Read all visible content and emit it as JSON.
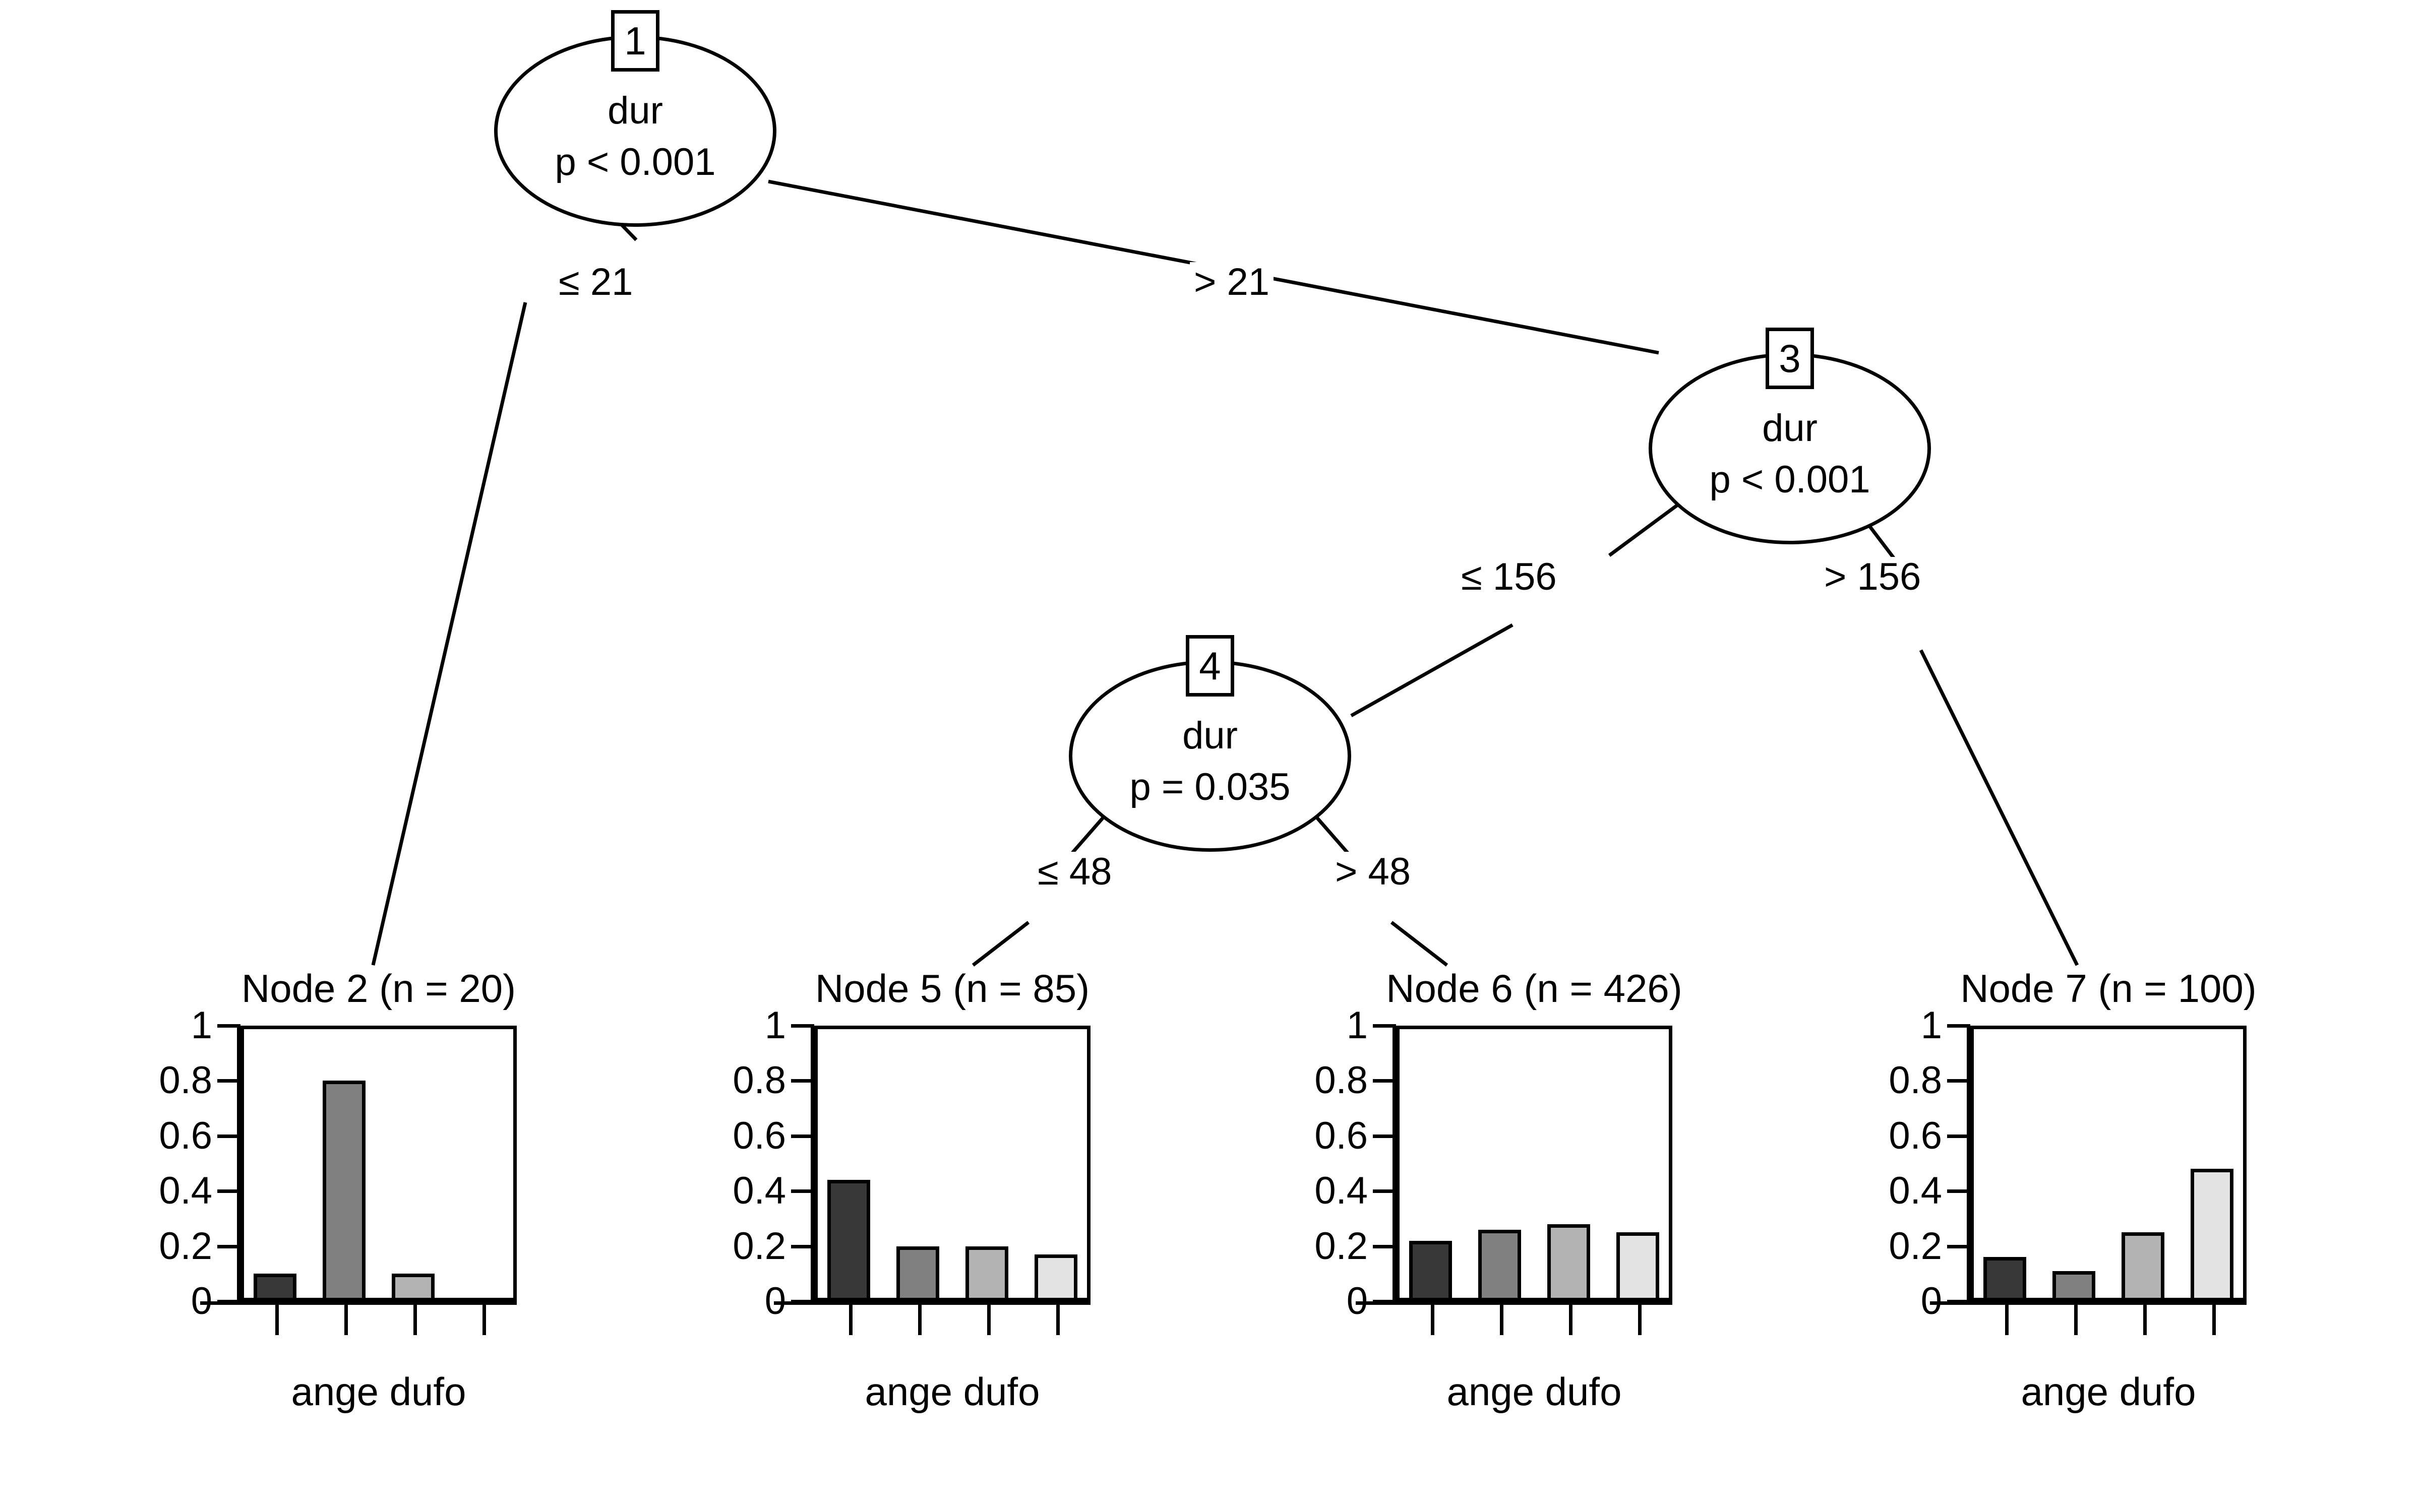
{
  "chart_data": {
    "type": "tree-barplot",
    "title": "",
    "class_labels": [
      "ange",
      "dufo"
    ],
    "bar_fills": [
      "#383838",
      "#808080",
      "#b3b3b3",
      "#e3e3e3"
    ],
    "n_classes": 4,
    "ylim": [
      0,
      1
    ],
    "ytick_labels": [
      "1",
      "0.8",
      "0.6",
      "0.4",
      "0.2",
      "0"
    ],
    "ytick_values": [
      1,
      0.8,
      0.6,
      0.4,
      0.2,
      0
    ],
    "grid": false,
    "legend": "none",
    "inner_nodes": [
      {
        "id": "1",
        "variable": "dur",
        "p_value": "p < 0.001"
      },
      {
        "id": "3",
        "variable": "dur",
        "p_value": "p < 0.001"
      },
      {
        "id": "4",
        "variable": "dur",
        "p_value": "p = 0.035"
      }
    ],
    "edge_labels": [
      "≤ 21",
      "> 21",
      "≤ 156",
      "> 156",
      "≤ 48",
      "> 48"
    ],
    "terminal_nodes": [
      {
        "id": "2",
        "title": "Node 2 (n = 20)",
        "n": 20,
        "values": [
          0.1,
          0.8,
          0.1,
          0.0
        ],
        "xlabel": "ange  dufo"
      },
      {
        "id": "5",
        "title": "Node 5 (n = 85)",
        "n": 85,
        "values": [
          0.44,
          0.2,
          0.2,
          0.17
        ],
        "xlabel": "ange  dufo"
      },
      {
        "id": "6",
        "title": "Node 6 (n = 426)",
        "n": 426,
        "values": [
          0.22,
          0.26,
          0.28,
          0.25
        ],
        "xlabel": "ange  dufo"
      },
      {
        "id": "7",
        "title": "Node 7 (n = 100)",
        "n": 100,
        "values": [
          0.16,
          0.11,
          0.25,
          0.48
        ],
        "xlabel": "ange  dufo"
      }
    ]
  },
  "tree": {
    "node1": {
      "id": "1",
      "variable": "dur",
      "p_value": "p < 0.001"
    },
    "node3": {
      "id": "3",
      "variable": "dur",
      "p_value": "p < 0.001"
    },
    "node4": {
      "id": "4",
      "variable": "dur",
      "p_value": "p = 0.035"
    },
    "edges": {
      "e1_left": "≤ 21",
      "e1_right": "> 21",
      "e3_left": "≤ 156",
      "e3_right": "> 156",
      "e4_left": "≤ 48",
      "e4_right": "> 48"
    },
    "terminals": {
      "t2": {
        "title": "Node 2 (n = 20)",
        "xlabel": "ange  dufo"
      },
      "t5": {
        "title": "Node 5 (n = 85)",
        "xlabel": "ange  dufo"
      },
      "t6": {
        "title": "Node 6 (n = 426)",
        "xlabel": "ange  dufo"
      },
      "t7": {
        "title": "Node 7 (n = 100)",
        "xlabel": "ange  dufo"
      }
    }
  }
}
